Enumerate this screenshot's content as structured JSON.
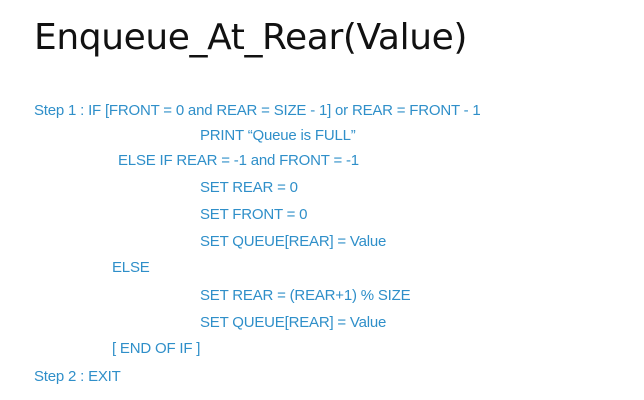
{
  "slide": {
    "title": "Enqueue_At_Rear(Value)",
    "lines": [
      "Step 1 :  IF [FRONT = 0 and REAR = SIZE - 1] or REAR = FRONT - 1",
      "PRINT “Queue is FULL”",
      "ELSE IF REAR = -1 and FRONT = -1",
      "SET REAR = 0",
      "SET FRONT = 0",
      "SET QUEUE[REAR] = Value",
      "ELSE",
      "SET REAR = (REAR+1) % SIZE",
      "SET QUEUE[REAR] = Value",
      "[ END OF IF ]",
      "Step 2 : EXIT"
    ],
    "text_color": "#2f8fc9",
    "title_color": "#111111"
  }
}
